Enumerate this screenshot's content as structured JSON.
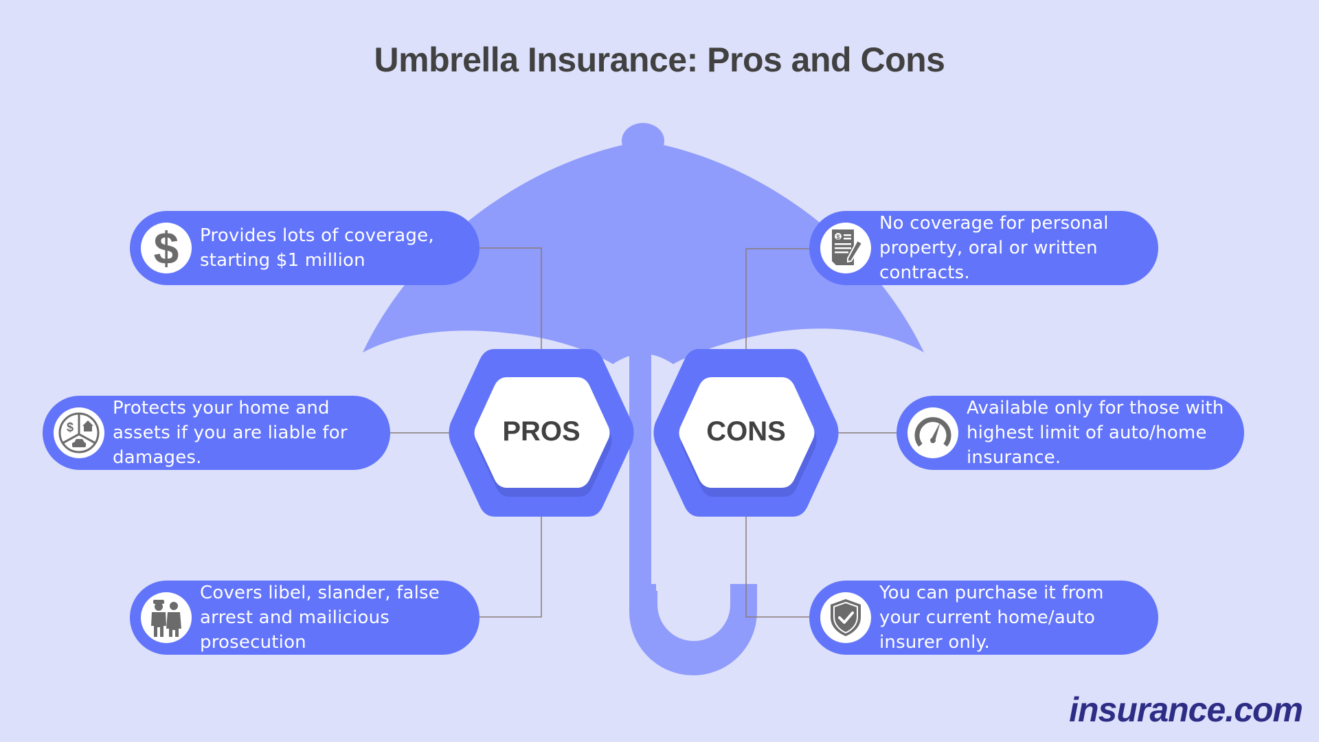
{
  "title": "Umbrella Insurance: Pros and Cons",
  "colors": {
    "background": "#dce0fa",
    "umbrella": "#8f9cfb",
    "pill": "#6274fa",
    "icon_gray": "#6b6b6b",
    "title_text": "#414141",
    "brand": "#2e2d85",
    "connector": "#8a7a78"
  },
  "center": {
    "pros_label": "PROS",
    "cons_label": "CONS"
  },
  "pros": [
    {
      "icon": "dollar-icon",
      "text": "Provides lots of coverage, starting $1 million"
    },
    {
      "icon": "assets-home-car-icon",
      "text": "Protects your home and assets if you are liable for damages."
    },
    {
      "icon": "police-arrest-icon",
      "text": "Covers libel, slander, false arrest and mailicious prosecution"
    }
  ],
  "cons": [
    {
      "icon": "contract-document-icon",
      "text": "No coverage for personal property, oral or written contracts."
    },
    {
      "icon": "speedometer-icon",
      "text": "Available only for those with highest limit of auto/home insurance."
    },
    {
      "icon": "shield-check-icon",
      "text": "You can purchase it from your current home/auto insurer only."
    }
  ],
  "brand": "insurance.com"
}
